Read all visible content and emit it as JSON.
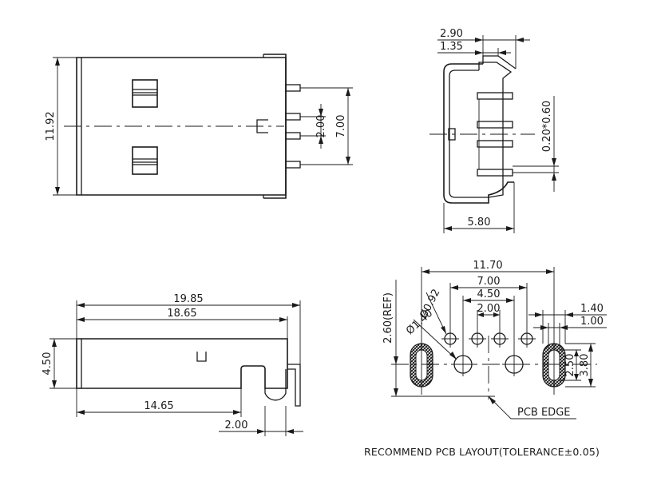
{
  "dimensions": {
    "front_height": "11.92",
    "pin_gap": "2.00",
    "pin_span": "7.00",
    "side_width_total": "2.90",
    "side_width_inner": "1.35",
    "pin_thickness": "0.20*0.60",
    "side_depth": "5.80",
    "length_total": "19.85",
    "length_body": "18.65",
    "thickness": "4.50",
    "length_to_pin": "14.65",
    "pin_offset": "2.00",
    "pcb_outer_span": "11.70",
    "pcb_big_hole_span": "7.00",
    "pcb_pin_span_outer": "4.50",
    "pcb_pin_span_inner": "2.00",
    "slot_width_outer": "1.40",
    "slot_width_inner": "1.00",
    "slot_height_inner": "2.50",
    "slot_height_outer": "3.80",
    "hole_small_dia": "Ø0.92",
    "hole_big_dia": "Ø1.40",
    "edge_offset": "2.60(REF)"
  },
  "labels": {
    "pcb_edge": "PCB EDGE",
    "layout_note": "RECOMMEND PCB LAYOUT(TOLERANCE±0.05)"
  }
}
